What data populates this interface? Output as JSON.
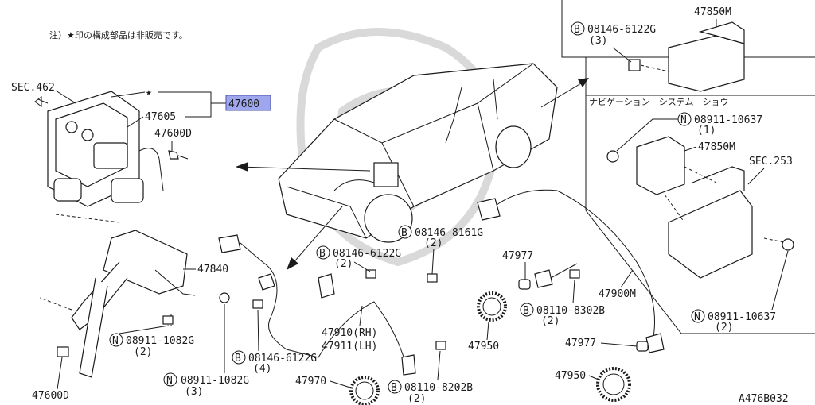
{
  "note": "注）★印の構成部品は非販売です。",
  "star_mark": "★",
  "sec_462": "SEC.462",
  "sec_253": "SEC.253",
  "highlight_part": "47600",
  "p_47605": "47605",
  "p_47600d_top": "47600D",
  "p_47600d_bottom": "47600D",
  "p_47840": "47840",
  "n_1082_left": "08911-1082G",
  "n_1082_left_qty": "(2)",
  "n_1082_bottom": "08911-1082G",
  "n_1082_bottom_qty": "(3)",
  "b_6122_mid": "08146-6122G",
  "b_6122_mid_qty": "(2)",
  "b_8161": "08146-8161G",
  "b_8161_qty": "(2)",
  "b_6122_low": "08146-6122G",
  "b_6122_low_qty": "(4)",
  "p_47910": "47910(RH)",
  "p_47911": "47911(LH)",
  "p_47970": "47970",
  "b_8202": "08110-8202B",
  "b_8202_qty": "(2)",
  "p_47950_mid": "47950",
  "p_47977_top": "47977",
  "b_8302": "08110-8302B",
  "b_8302_qty": "(2)",
  "p_47900m": "47900M",
  "p_47977_low": "47977",
  "p_47950_low": "47950",
  "b_6122_box": "08146-6122G",
  "b_6122_box_qty": "(3)",
  "p_47850m_top": "47850M",
  "navi_label": "ナビゲーション　システム　ショウ",
  "n_10637_top": "08911-10637",
  "n_10637_top_qty": "(1)",
  "p_47850m_mid": "47850M",
  "n_10637_low": "08911-10637",
  "n_10637_low_qty": "(2)",
  "circle_b": "B",
  "circle_n": "N",
  "diagram_code": "A476B032"
}
